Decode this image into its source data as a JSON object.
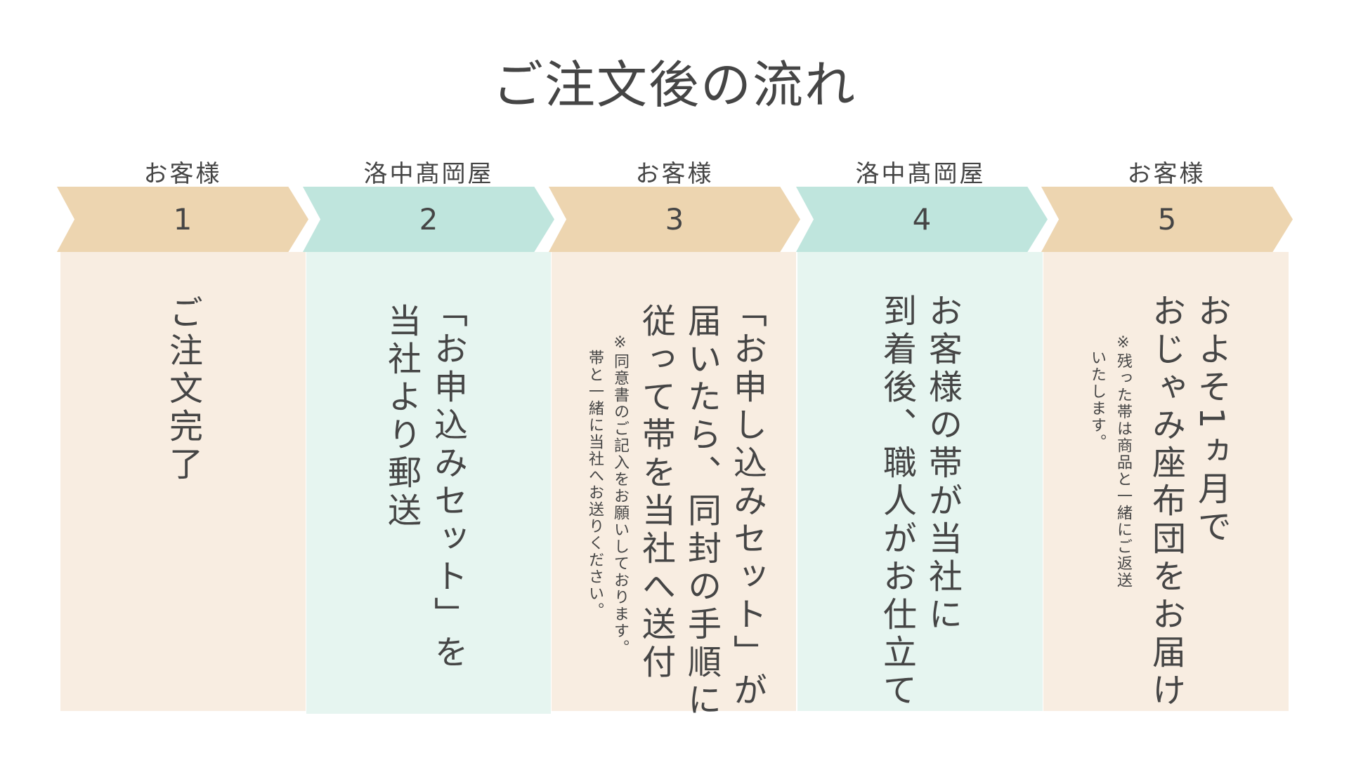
{
  "title": "ご注文後の流れ",
  "steps": [
    {
      "actor": "お客様",
      "number": "1",
      "lines": [
        "ご注文完了"
      ],
      "notes": []
    },
    {
      "actor": "洛中髙岡屋",
      "number": "2",
      "lines": [
        "「お申込みセット」を",
        "当社より郵送"
      ],
      "notes": []
    },
    {
      "actor": "お客様",
      "number": "3",
      "lines": [
        "「お申し込みセット」が",
        "届いたら、同封の手順に",
        "従って帯を当社へ送付"
      ],
      "notes": [
        "※同意書のご記入をお願いしております。",
        "帯と一緒に当社へお送りください。"
      ]
    },
    {
      "actor": "洛中髙岡屋",
      "number": "4",
      "lines": [
        "お客様の帯が当社に",
        "到着後、職人がお仕立て"
      ],
      "notes": []
    },
    {
      "actor": "お客様",
      "number": "5",
      "lines": [
        "およそ1ヵ月で",
        "おじゃみ座布団をお届け"
      ],
      "notes": [
        "※残った帯は商品と一緒にご返送",
        "いたします。"
      ]
    }
  ],
  "colors": {
    "customer": "#EDD5B0",
    "shop": "#BFE5DD",
    "customer_panel": "#F8EDE1",
    "shop_panel": "#E6F5F0"
  }
}
